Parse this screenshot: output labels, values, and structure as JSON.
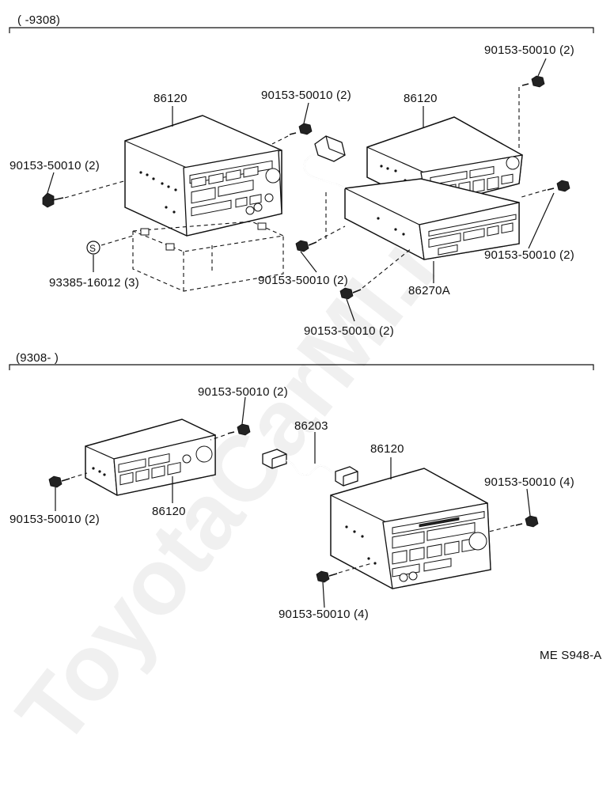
{
  "diagram": {
    "sections": [
      {
        "label": "(        -9308)"
      },
      {
        "label": "(9308-          )"
      }
    ],
    "labels": {
      "top_screw_tr": "90153-50010 (2)",
      "top_screw_mid": "90153-50010 (2)",
      "top_radio_left": "86120",
      "top_radio_right": "86120",
      "top_screw_left": "90153-50010 (2)",
      "top_screw_right": "90153-50010 (2)",
      "top_clip": "93385-16012 (3)",
      "top_screw_center": "90153-50010 (2)",
      "top_bracket": "86270A",
      "top_screw_bottom": "90153-50010 (2)",
      "bot_screw_top": "90153-50010 (2)",
      "bot_harness": "86203",
      "bot_radio_big": "86120",
      "bot_screw_right": "90153-50010 (4)",
      "bot_screw_left": "90153-50010 (2)",
      "bot_radio_small": "86120",
      "bot_screw_bottom": "90153-50010 (4)"
    },
    "clip_symbol": "S",
    "figure_code": "ME S948-A",
    "watermark": "ToyotaCarMI.ru"
  }
}
